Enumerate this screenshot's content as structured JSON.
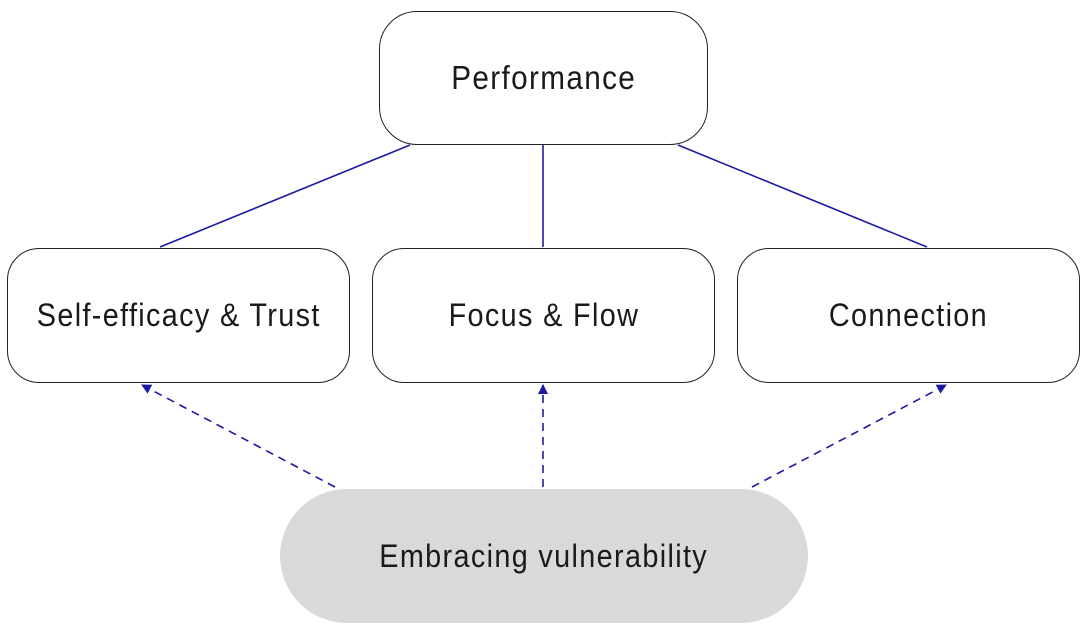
{
  "diagram": {
    "nodes": {
      "performance": {
        "label": "Performance"
      },
      "self_efficacy": {
        "label": "Self-efficacy & Trust"
      },
      "focus": {
        "label": "Focus & Flow"
      },
      "connection": {
        "label": "Connection"
      },
      "vulnerability": {
        "label": "Embracing vulnerability"
      }
    },
    "edges": [
      {
        "from": "performance",
        "to": "self_efficacy",
        "style": "solid"
      },
      {
        "from": "performance",
        "to": "focus",
        "style": "solid"
      },
      {
        "from": "performance",
        "to": "connection",
        "style": "solid"
      },
      {
        "from": "vulnerability",
        "to": "self_efficacy",
        "style": "dashed-arrow"
      },
      {
        "from": "vulnerability",
        "to": "focus",
        "style": "dashed-arrow"
      },
      {
        "from": "vulnerability",
        "to": "connection",
        "style": "dashed-arrow"
      }
    ],
    "colors": {
      "connector": "#1a1aa6",
      "box_border": "#222222",
      "vulnerability_fill": "#d9d9d9",
      "text": "#1a1a1a"
    }
  }
}
